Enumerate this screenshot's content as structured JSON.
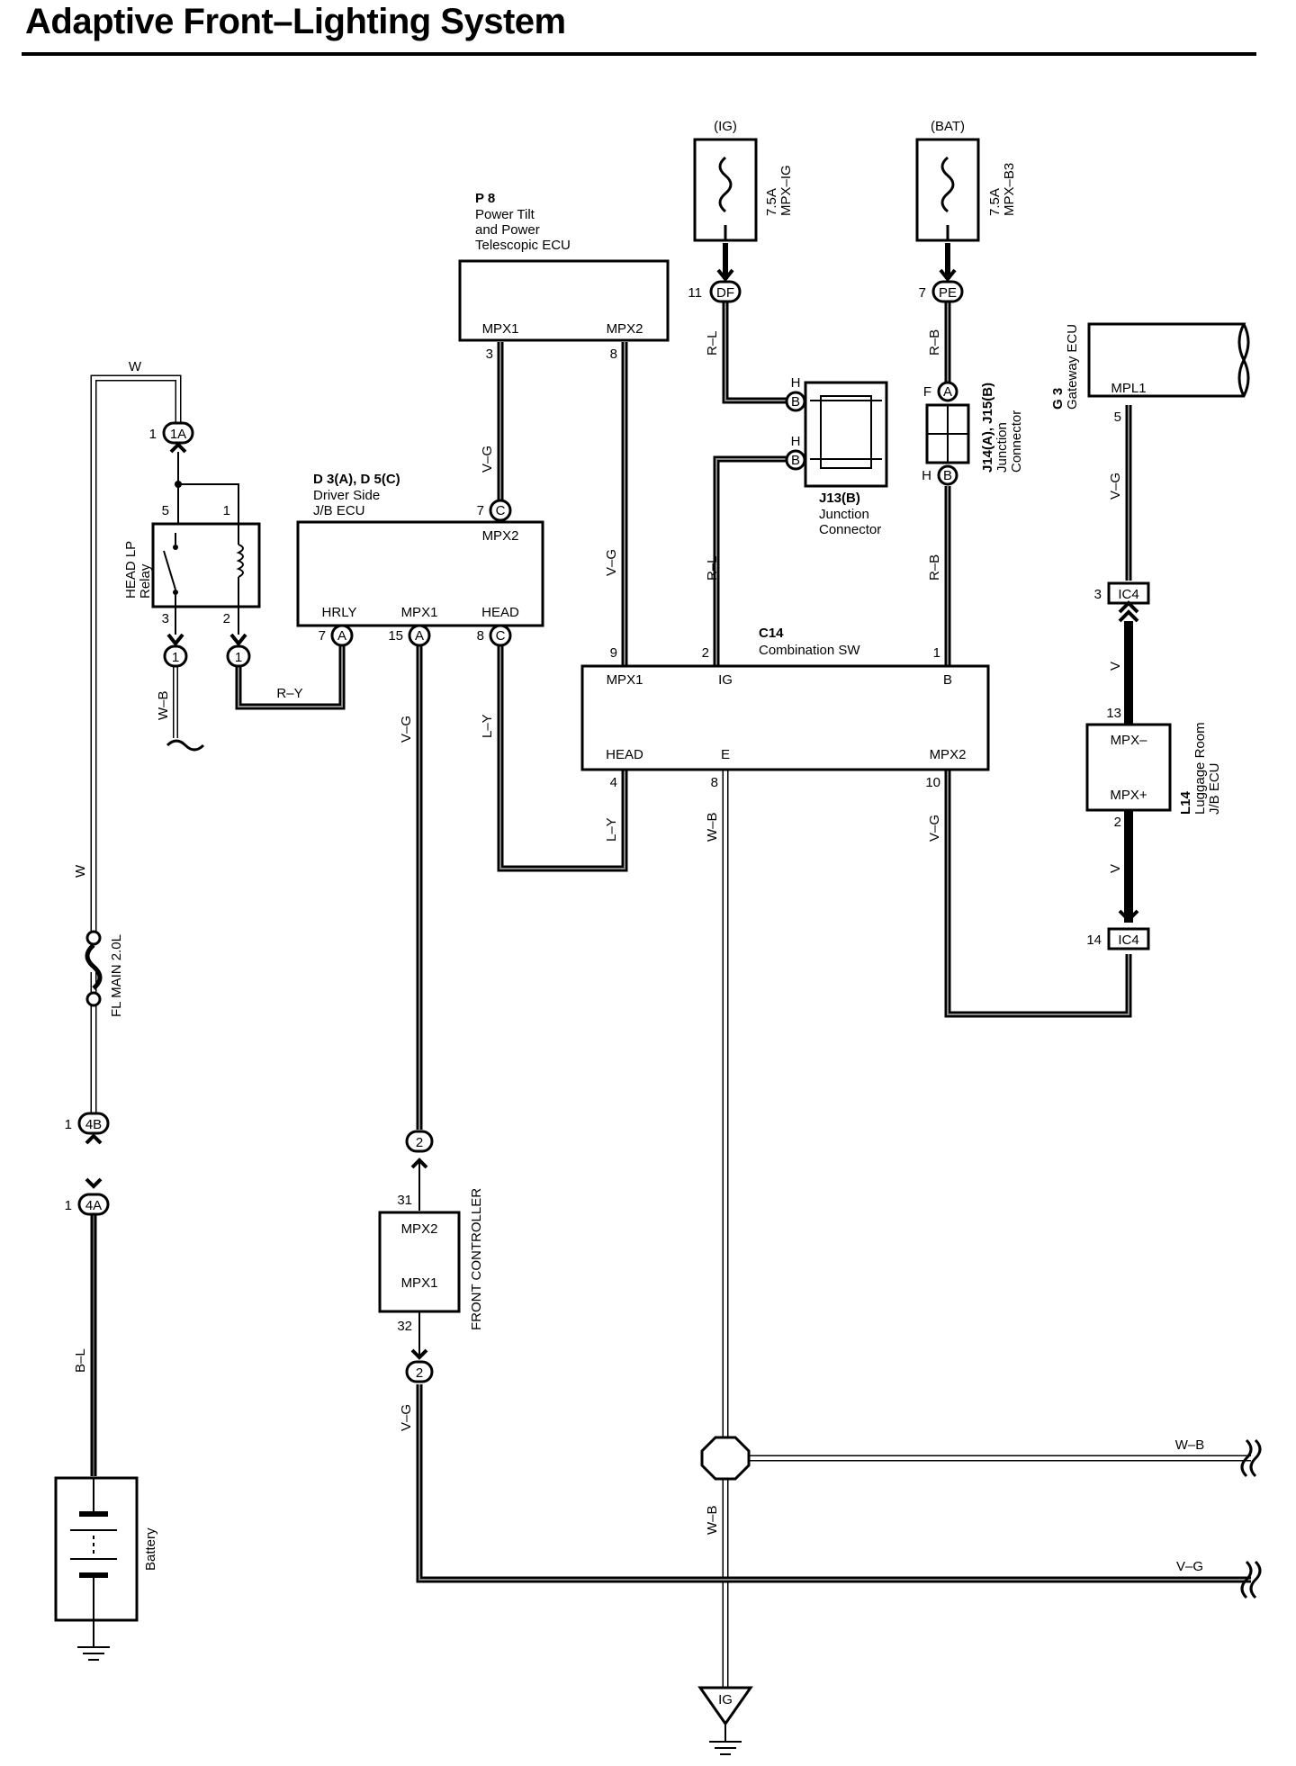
{
  "title": "Adaptive Front–Lighting System",
  "fuses": {
    "ig": {
      "source": "(IG)",
      "rating": "7.5A",
      "name": "MPX–IG",
      "pin": "11",
      "conn": "DF"
    },
    "bat": {
      "source": "(BAT)",
      "rating": "7.5A",
      "name": "MPX–B3",
      "pin": "7",
      "conn": "PE"
    },
    "fl_main": "FL MAIN 2.0L"
  },
  "components": {
    "p8": {
      "code": "P 8",
      "name_lines": [
        "Power Tilt",
        "and Power",
        "Telescopic ECU"
      ],
      "pins": {
        "mpx1": "MPX1",
        "mpx2": "MPX2"
      },
      "pin_nums": {
        "mpx1": "3",
        "mpx2": "8"
      }
    },
    "d3": {
      "code": "D 3(A), D 5(C)",
      "name_lines": [
        "Driver Side",
        "J/B ECU"
      ],
      "pins": {
        "mpx2": "MPX2",
        "hrly": "HRLY",
        "mpx1": "MPX1",
        "head": "HEAD"
      },
      "pin_nums": {
        "mpx2": "7",
        "hrly": "7",
        "mpx1": "15",
        "head": "8"
      },
      "conns": {
        "mpx2": "C",
        "hrly": "A",
        "mpx1": "A",
        "head": "C"
      }
    },
    "relay": {
      "name_lines": [
        "HEAD LP",
        "Relay"
      ],
      "pin_nums": {
        "p5": "5",
        "p1": "1",
        "p3": "3",
        "p2": "2"
      }
    },
    "c14": {
      "code": "C14",
      "name": "Combination SW",
      "pins": {
        "mpx1": "MPX1",
        "ig": "IG",
        "b": "B",
        "head": "HEAD",
        "e": "E",
        "mpx2": "MPX2"
      },
      "pin_nums": {
        "mpx1": "9",
        "ig": "2",
        "b": "1",
        "head": "4",
        "e": "8",
        "mpx2": "10"
      }
    },
    "j13": {
      "name_lines": [
        "J13(B)",
        "Junction",
        "Connector"
      ],
      "pin_h1": "H",
      "pin_h2": "H",
      "conn": "B"
    },
    "j14": {
      "name_lines": [
        "J14(A), J15(B)",
        "Junction",
        "Connector"
      ],
      "pin_f": "F",
      "pin_h": "H",
      "conn_a": "A",
      "conn_b": "B"
    },
    "g3": {
      "code": "G 3",
      "name": "Gateway ECU",
      "pin": "MPL1",
      "pin_num": "5"
    },
    "l14": {
      "code": "L14",
      "name_lines": [
        "Luggage Room",
        "J/B ECU"
      ],
      "pins": {
        "minus": "MPX–",
        "plus": "MPX+"
      },
      "pin_nums": {
        "minus": "13",
        "plus": "2"
      }
    },
    "front_ctrl": {
      "name": "FRONT CONTROLLER",
      "pins": {
        "mpx2": "MPX2",
        "mpx1": "MPX1"
      },
      "pin_nums": {
        "mpx2": "31",
        "mpx1": "32"
      }
    },
    "battery": "Battery"
  },
  "connectors": {
    "c1a": {
      "pin": "1",
      "label": "1A"
    },
    "c4b": {
      "pin": "1",
      "label": "4B"
    },
    "c4a": {
      "pin": "1",
      "label": "4A"
    },
    "c1_relay": "1",
    "c2_top": "2",
    "c2_bot": "2",
    "ic4_top": {
      "pin": "3",
      "label": "IC4"
    },
    "ic4_bot": {
      "pin": "14",
      "label": "IC4"
    },
    "ground_ig": "IG"
  },
  "wire_colors": {
    "w_top": "W",
    "w_side": "W",
    "w_b_relay": "W–B",
    "r_y": "R–Y",
    "v_g_p8": "V–G",
    "v_g_mid": "V–G",
    "v_g_d3": "V–G",
    "l_y_d3": "L–Y",
    "l_y_c14": "L–Y",
    "r_l_top": "R–L",
    "r_l_mid": "R–L",
    "r_b_top": "R–B",
    "r_b_mid": "R–B",
    "v_g_g3": "V–G",
    "v_top": "V",
    "v_bot": "V",
    "w_b_c14": "W–B",
    "v_g_c14": "V–G",
    "b_l": "B–L",
    "v_g_fc": "V–G",
    "w_b_right": "W–B",
    "w_b_bottom": "W–B",
    "v_g_right": "V–G"
  }
}
